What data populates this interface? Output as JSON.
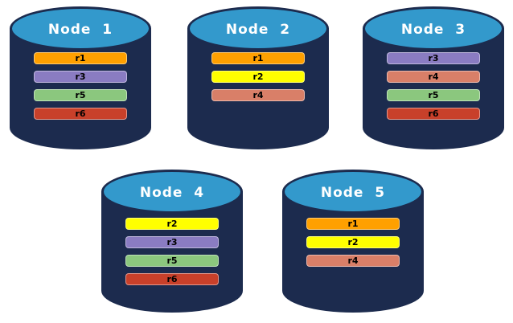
{
  "nodes": [
    {
      "label": "Node  1",
      "replicas": [
        "r1",
        "r3",
        "r5",
        "r6"
      ]
    },
    {
      "label": "Node  2",
      "replicas": [
        "r1",
        "r2",
        "r4"
      ]
    },
    {
      "label": "Node  3",
      "replicas": [
        "r3",
        "r4",
        "r5",
        "r6"
      ]
    },
    {
      "label": "Node  4",
      "replicas": [
        "r2",
        "r3",
        "r5",
        "r6"
      ]
    },
    {
      "label": "Node  5",
      "replicas": [
        "r1",
        "r2",
        "r4"
      ]
    }
  ],
  "colors": {
    "background": "#FFFFFF",
    "cylinder_body": "#1C2B4E",
    "cylinder_top": "#3399CC",
    "node_label_text": "#FFFFFF",
    "bar_text": "#000000",
    "replicas": {
      "r1": "#FFA000",
      "r2": "#FFFF00",
      "r3": "#8A7CC2",
      "r4": "#D97F68",
      "r5": "#8BC77E",
      "r6": "#C8402A"
    }
  }
}
